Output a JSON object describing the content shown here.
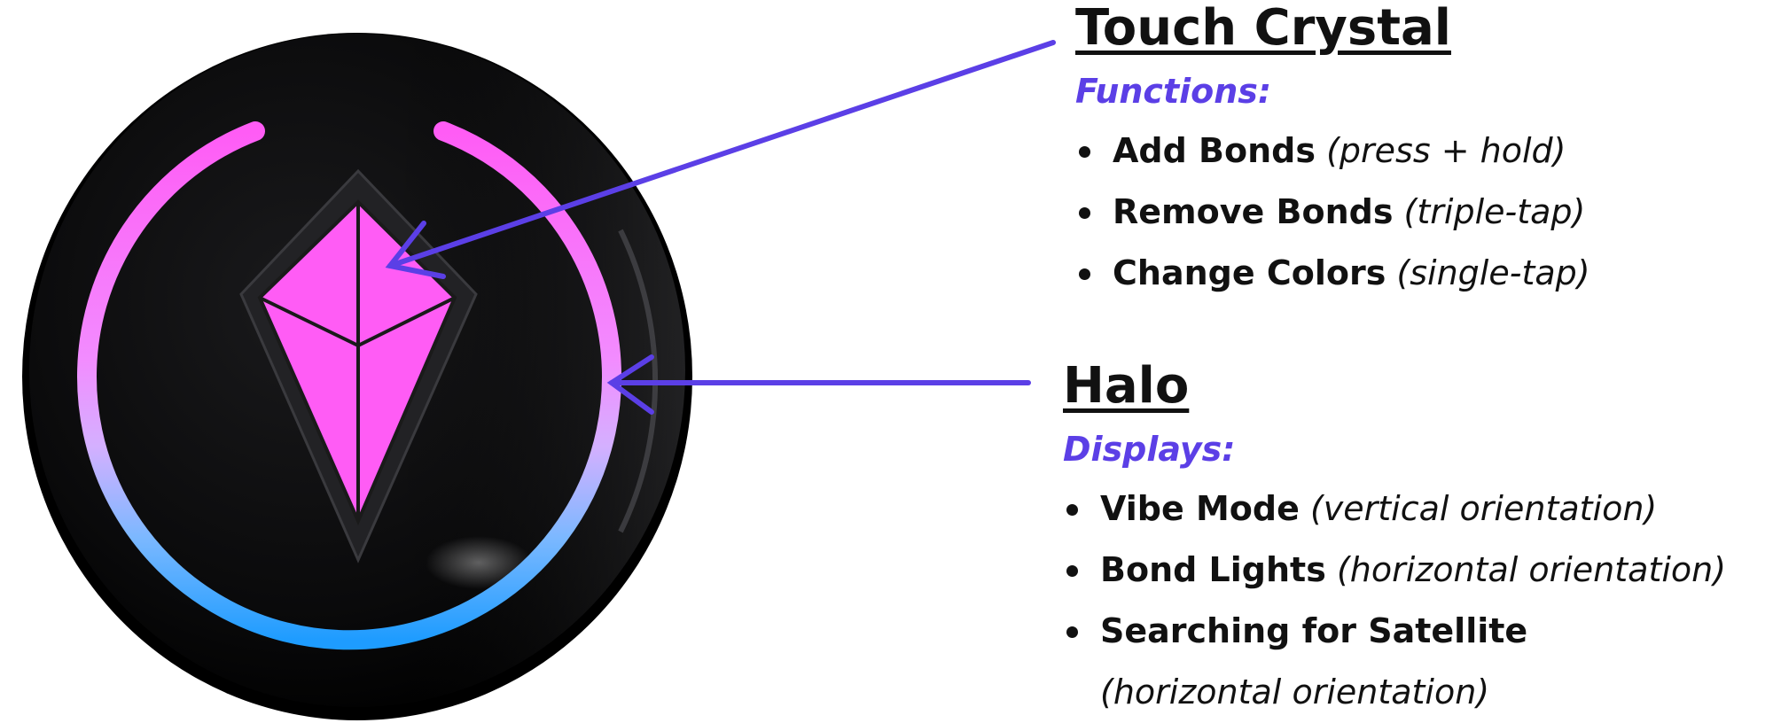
{
  "colors": {
    "accent": "#5b3fe6",
    "crystal": "#ff5cf5",
    "halo_top": "#ff62f4",
    "halo_mid": "#e6a2ff",
    "halo_bottom": "#2ea3ff",
    "device_body": "#0b0b0c",
    "text": "#111111"
  },
  "touch_crystal": {
    "title": "Touch Crystal",
    "subtitle": "Functions:",
    "items": [
      {
        "name": "Add Bonds",
        "note": "(press + hold)"
      },
      {
        "name": "Remove Bonds",
        "note": "(triple-tap)"
      },
      {
        "name": "Change Colors",
        "note": "(single-tap)"
      }
    ]
  },
  "halo": {
    "title": "Halo",
    "subtitle": "Displays:",
    "items": [
      {
        "name": "Vibe Mode",
        "note": "(vertical orientation)"
      },
      {
        "name": "Bond Lights",
        "note": "(horizontal orientation)"
      },
      {
        "name": "Searching for Satellite",
        "note": "(horizontal orientation)"
      }
    ]
  }
}
